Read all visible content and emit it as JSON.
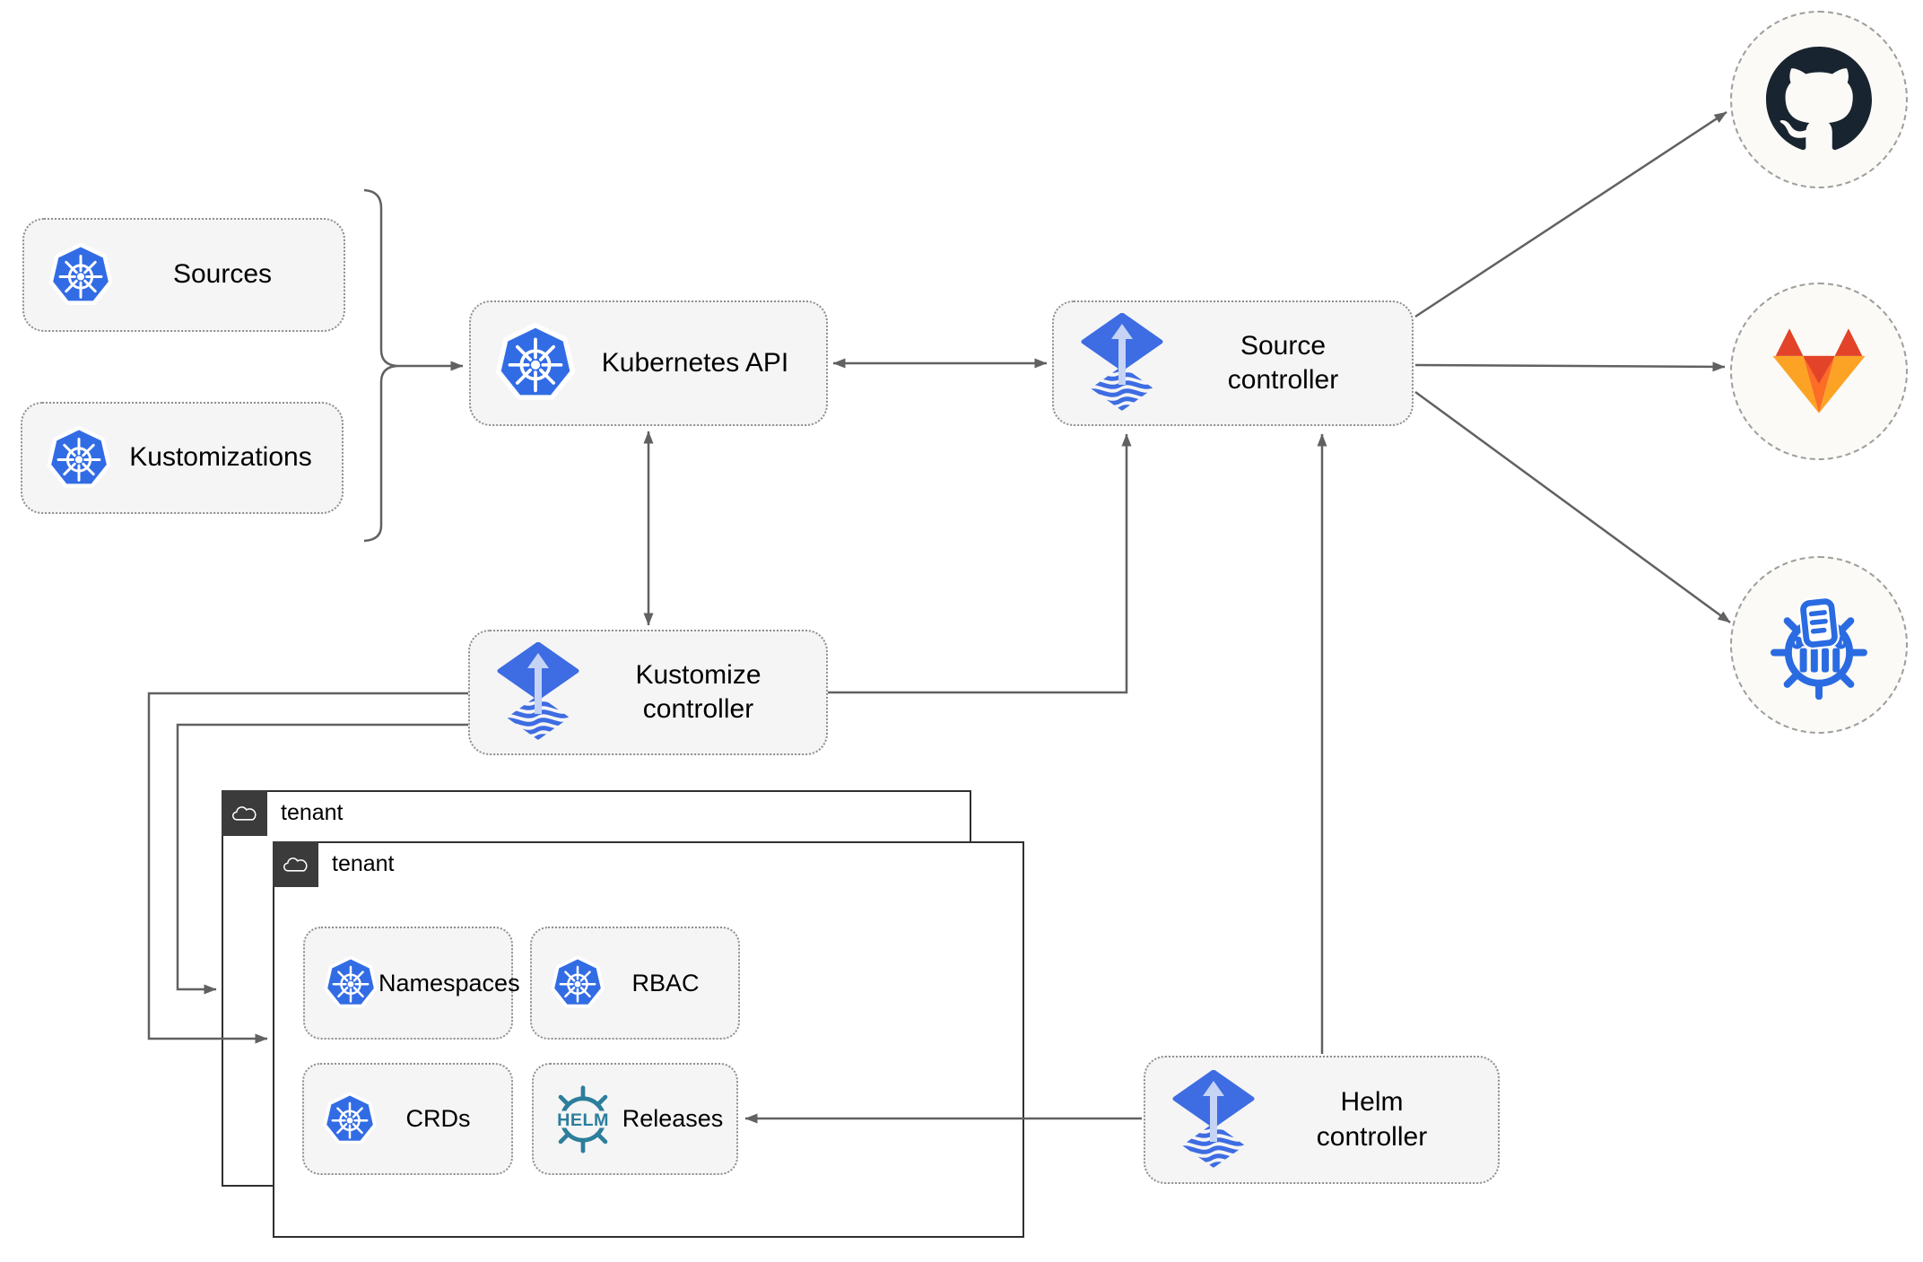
{
  "diagram": {
    "boxes": {
      "sources": {
        "label": "Sources",
        "icon": "kubernetes-icon"
      },
      "kustomizations": {
        "label": "Kustomizations",
        "icon": "kubernetes-icon"
      },
      "kubernetes_api": {
        "label": "Kubernetes API",
        "icon": "kubernetes-icon"
      },
      "source_controller": {
        "label": "Source\ncontroller",
        "icon": "flux-icon"
      },
      "kustomize_controller": {
        "label": "Kustomize\ncontroller",
        "icon": "flux-icon"
      },
      "helm_controller": {
        "label": "Helm\ncontroller",
        "icon": "flux-icon"
      },
      "namespaces": {
        "label": "Namespaces",
        "icon": "kubernetes-icon"
      },
      "rbac": {
        "label": "RBAC",
        "icon": "kubernetes-icon"
      },
      "crds": {
        "label": "CRDs",
        "icon": "kubernetes-icon"
      },
      "releases": {
        "label": "Releases",
        "icon": "helm-icon",
        "icon_text": "HELM"
      }
    },
    "groups": {
      "tenant_back": {
        "label": "tenant",
        "icon": "cloud-icon"
      },
      "tenant_front": {
        "label": "tenant",
        "icon": "cloud-icon"
      }
    },
    "external": {
      "github": {
        "icon": "github-icon"
      },
      "gitlab": {
        "icon": "gitlab-icon"
      },
      "chartmuseum": {
        "icon": "chartmuseum-icon"
      }
    },
    "edges": [
      {
        "from": "sources+kustomizations",
        "to": "kubernetes_api",
        "style": "brace-arrow"
      },
      {
        "from": "kubernetes_api",
        "to": "source_controller",
        "style": "double-arrow"
      },
      {
        "from": "kubernetes_api",
        "to": "kustomize_controller",
        "style": "double-arrow"
      },
      {
        "from": "kustomize_controller",
        "to": "source_controller",
        "style": "arrow"
      },
      {
        "from": "kustomize_controller",
        "to": "tenant_back",
        "style": "arrow"
      },
      {
        "from": "kustomize_controller",
        "to": "tenant_front",
        "style": "arrow"
      },
      {
        "from": "helm_controller",
        "to": "source_controller",
        "style": "arrow"
      },
      {
        "from": "helm_controller",
        "to": "releases",
        "style": "arrow"
      },
      {
        "from": "source_controller",
        "to": "github",
        "style": "arrow"
      },
      {
        "from": "source_controller",
        "to": "gitlab",
        "style": "arrow"
      },
      {
        "from": "source_controller",
        "to": "chartmuseum",
        "style": "arrow"
      }
    ],
    "colors": {
      "kubernetes_blue": "#326ce5",
      "flux_blue": "#3e6ce3",
      "flux_arrow_light": "#c5d3f5",
      "helm_teal": "#2c7e9c",
      "github_dark": "#182430",
      "gitlab_red": "#e24329",
      "gitlab_orange": "#fc6d26",
      "gitlab_amber": "#fca326",
      "chartmuseum_blue": "#2a6be2",
      "line_gray": "#616161",
      "node_fill": "#f5f5f5",
      "tenant_header_bg": "#3b3b3b"
    }
  }
}
